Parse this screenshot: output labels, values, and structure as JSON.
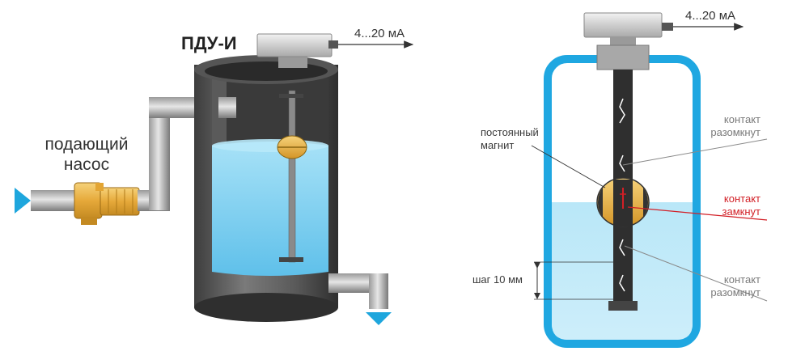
{
  "left": {
    "title": "ПДУ-И",
    "pump_label_line1": "подающий",
    "pump_label_line2": "насос",
    "signal": "4...20 мА"
  },
  "right": {
    "signal": "4...20 мА",
    "magnet_line1": "постоянный",
    "magnet_line2": "магнит",
    "step": "шаг 10 мм",
    "contact_top_line1": "контакт",
    "contact_top_line2": "разомкнут",
    "contact_mid_line1": "контакт",
    "contact_mid_line2": "замкнут",
    "contact_bot_line1": "контакт",
    "contact_bot_line2": "разомкнут"
  },
  "colors": {
    "water": "#7fd0f0",
    "tank_dark": "#4a4a4a",
    "float": "#f0b93a",
    "vessel_blue": "#1fa7e1",
    "closed_contact": "#d21f26",
    "arrow_blue": "#1ea6dd"
  }
}
